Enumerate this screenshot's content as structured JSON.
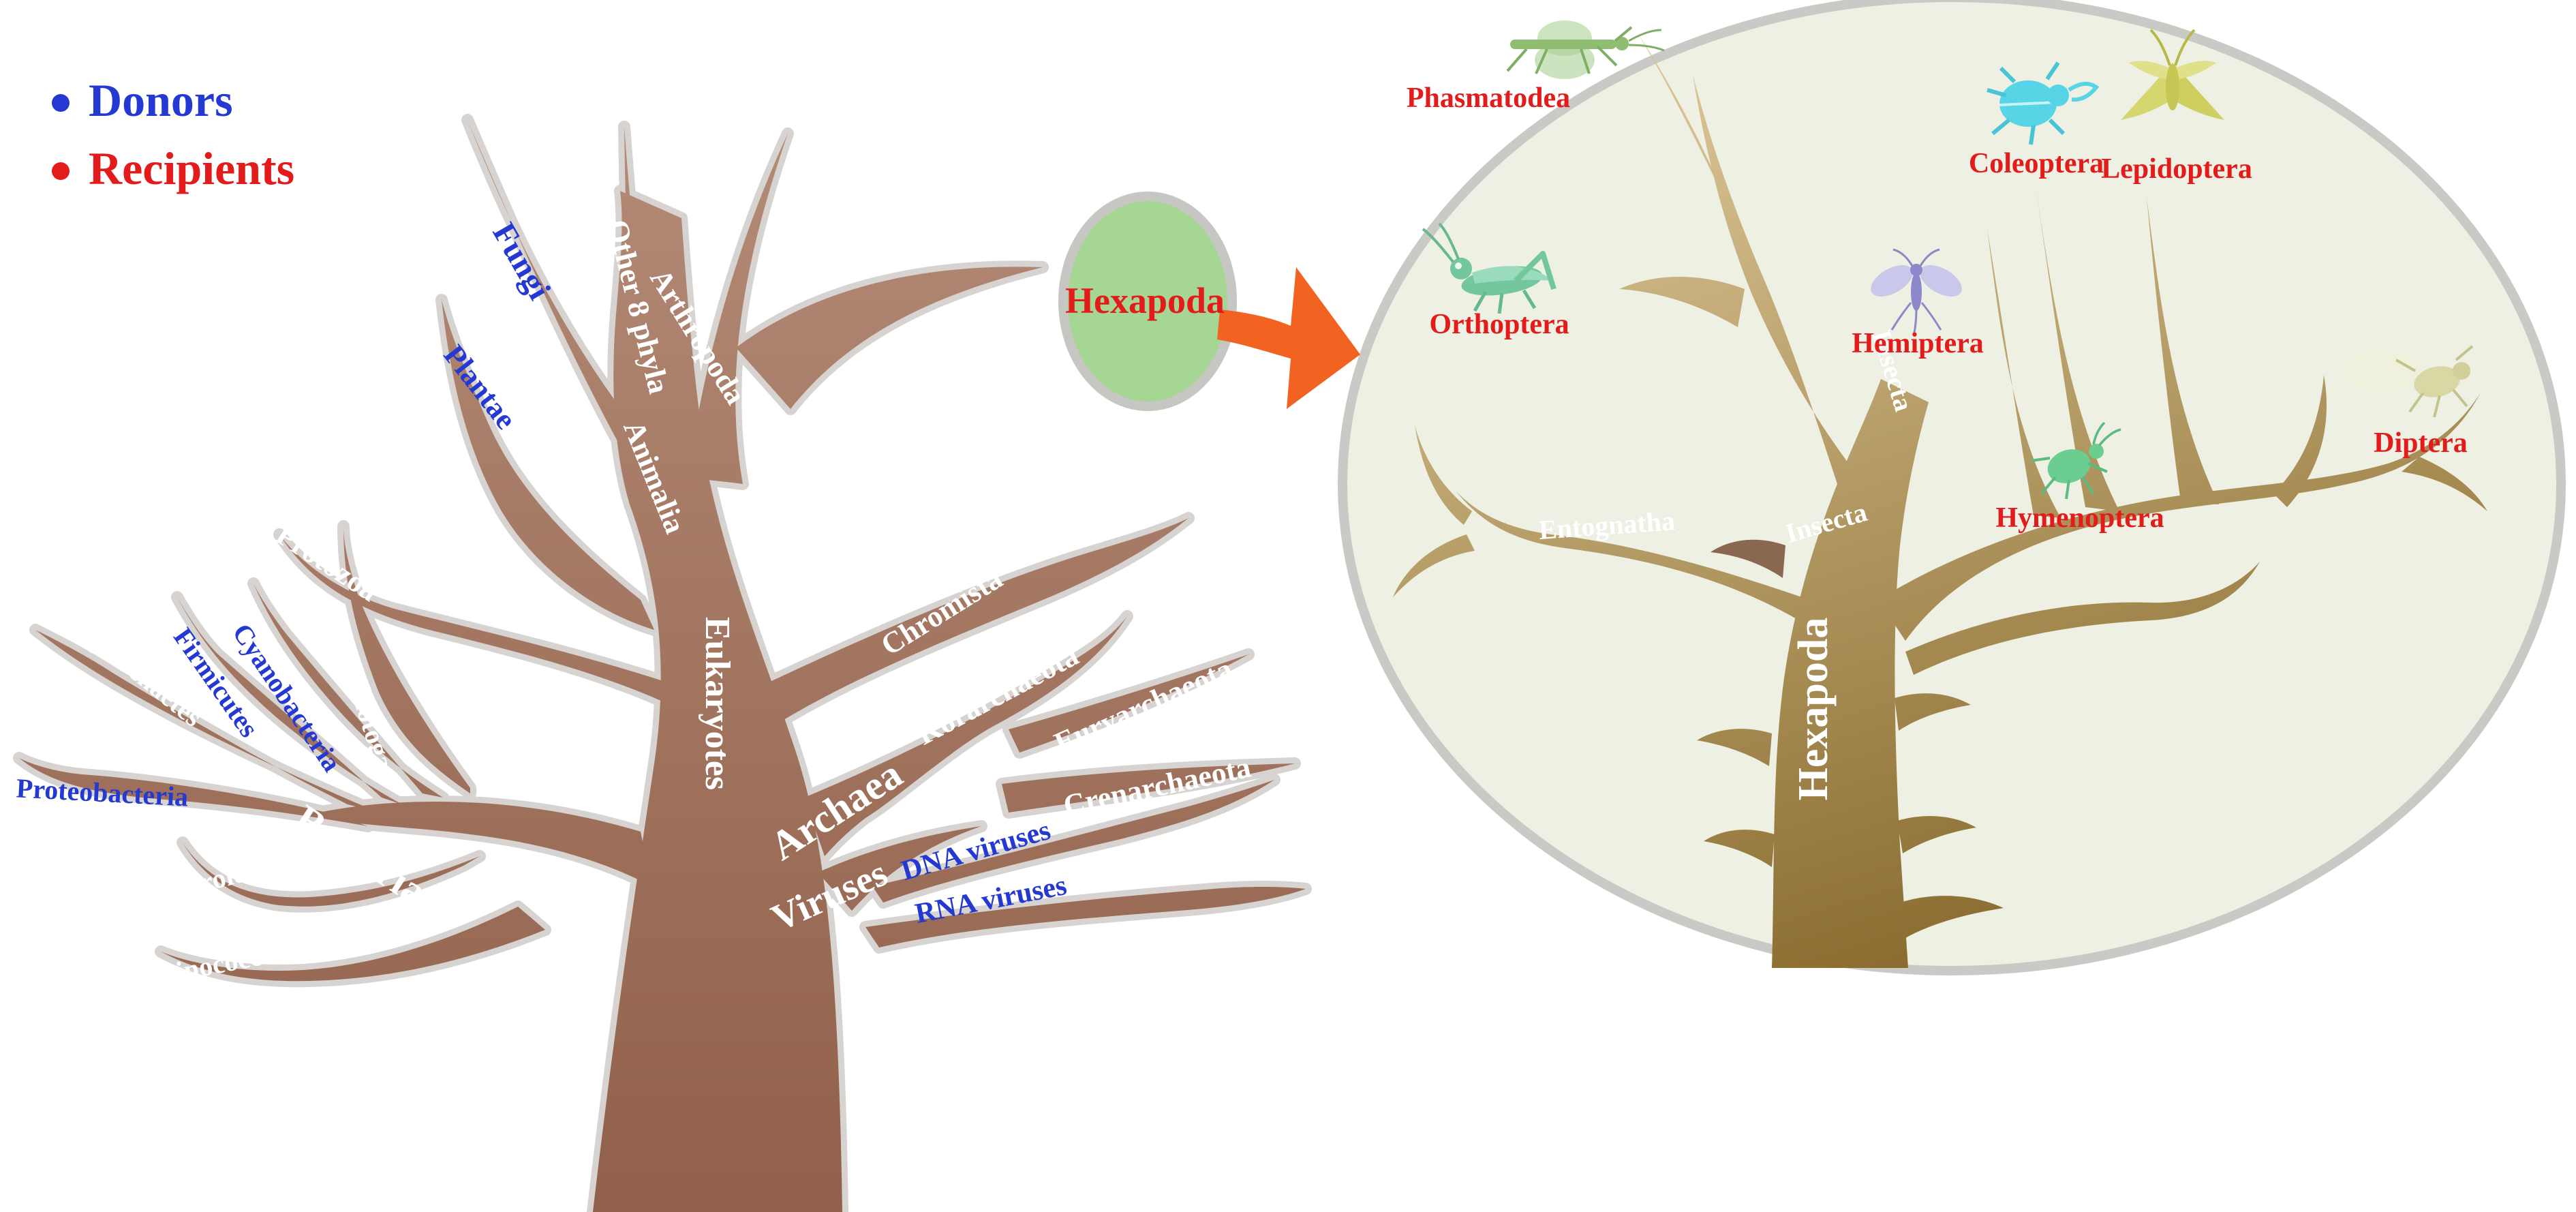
{
  "legend": {
    "donors_label": "Donors",
    "recipients_label": "Recipients"
  },
  "left_tree": {
    "labels": [
      {
        "text": "Fungi",
        "role": "donor"
      },
      {
        "text": "Plantae",
        "role": "donor"
      },
      {
        "text": "Protozoa",
        "role": "none"
      },
      {
        "text": "Animalia",
        "role": "none"
      },
      {
        "text": "Other 8 phyla",
        "role": "none"
      },
      {
        "text": "Arthropoda",
        "role": "none"
      },
      {
        "text": "Eukaryotes",
        "role": "none"
      },
      {
        "text": "Chromista",
        "role": "none"
      },
      {
        "text": "Spirochaetes",
        "role": "none"
      },
      {
        "text": "Firmicutes",
        "role": "donor"
      },
      {
        "text": "Cyanobacteria",
        "role": "donor"
      },
      {
        "text": "Thermotogae",
        "role": "none"
      },
      {
        "text": "Proteobacteria",
        "role": "donor"
      },
      {
        "text": "Bacteria",
        "role": "none"
      },
      {
        "text": "Bacteroidetes",
        "role": "none"
      },
      {
        "text": "Deinococcus-Thermus",
        "role": "none"
      },
      {
        "text": "Archaea",
        "role": "none"
      },
      {
        "text": "Korarchaeota",
        "role": "none"
      },
      {
        "text": "Euryarchaeota",
        "role": "none"
      },
      {
        "text": "Crenarchaeota",
        "role": "none"
      },
      {
        "text": "Viruses",
        "role": "none"
      },
      {
        "text": "DNA viruses",
        "role": "donor"
      },
      {
        "text": "RNA viruses",
        "role": "donor"
      }
    ]
  },
  "callout": {
    "label": "Hexapoda"
  },
  "right_tree": {
    "trunk_label": "Hexapoda",
    "branch_labels": [
      "Entognatha",
      "Insecta",
      "Insecta"
    ],
    "orders": [
      {
        "name": "Phasmatodea",
        "icon": "stick-insect-icon"
      },
      {
        "name": "Orthoptera",
        "icon": "grasshopper-icon"
      },
      {
        "name": "Coleoptera",
        "icon": "beetle-icon"
      },
      {
        "name": "Lepidoptera",
        "icon": "moth-icon"
      },
      {
        "name": "Hemiptera",
        "icon": "winged-bug-icon"
      },
      {
        "name": "Diptera",
        "icon": "fly-icon"
      },
      {
        "name": "Hymenoptera",
        "icon": "aphid-icon"
      }
    ]
  },
  "palette": {
    "donor_blue": "#2438d2",
    "recipient_red": "#e31b1b",
    "branch_label_white": "#ffffff",
    "left_tree_dark": "#91604a",
    "left_tree_light": "#b38b77",
    "left_tree_outline": "#d6d3d1",
    "right_tree_dark": "#8b6d31",
    "right_tree_light": "#d9c494",
    "inset_bg": "#edf0e2",
    "inset_border": "#c9c9c5",
    "callout_green": "#a6d693",
    "arrow_orange": "#f26322",
    "page_bg": "#ffffff"
  }
}
